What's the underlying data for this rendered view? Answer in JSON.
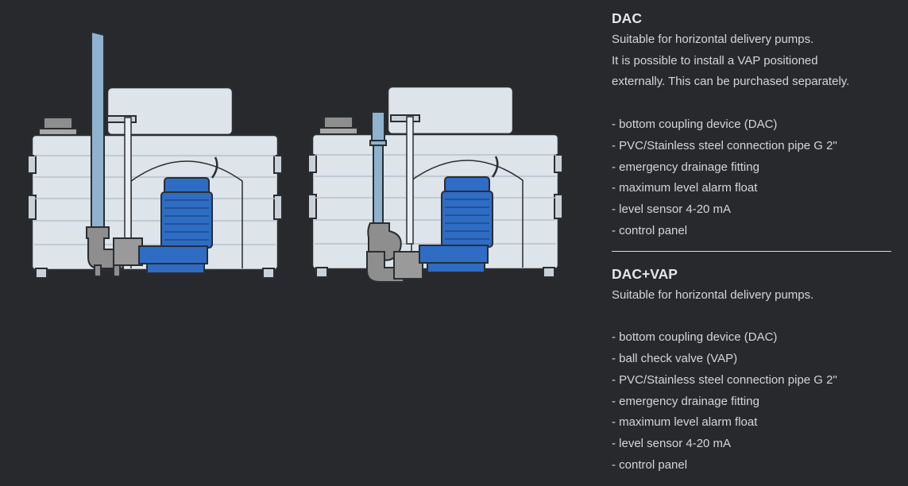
{
  "sections": [
    {
      "title": "DAC",
      "intro_lines": [
        "Suitable for horizontal delivery pumps.",
        "It is possible to install a VAP positioned",
        "externally. This can be purchased separately."
      ],
      "features": [
        "- bottom coupling device (DAC)",
        "- PVC/Stainless steel connection pipe G 2\"",
        "- emergency drainage fitting",
        "- maximum level alarm float",
        "- level sensor 4-20 mA",
        "- control panel"
      ]
    },
    {
      "title": "DAC+VAP",
      "intro_lines": [
        "Suitable for horizontal delivery pumps."
      ],
      "features": [
        "- bottom coupling device (DAC)",
        "- ball check valve (VAP)",
        "- PVC/Stainless steel connection pipe G 2\"",
        "- emergency drainage fitting",
        "- maximum level alarm float",
        "- level sensor 4-20 mA",
        "- control panel"
      ]
    }
  ],
  "colors": {
    "background": "#27292d",
    "text": "#d4d6da",
    "tank_fill": "#dde4ea",
    "tank_outline": "#2a2d31",
    "pump_blue": "#2f6cc4",
    "pipe_blue": "#8fb3cf",
    "fitting_gray": "#8e8e8e"
  }
}
